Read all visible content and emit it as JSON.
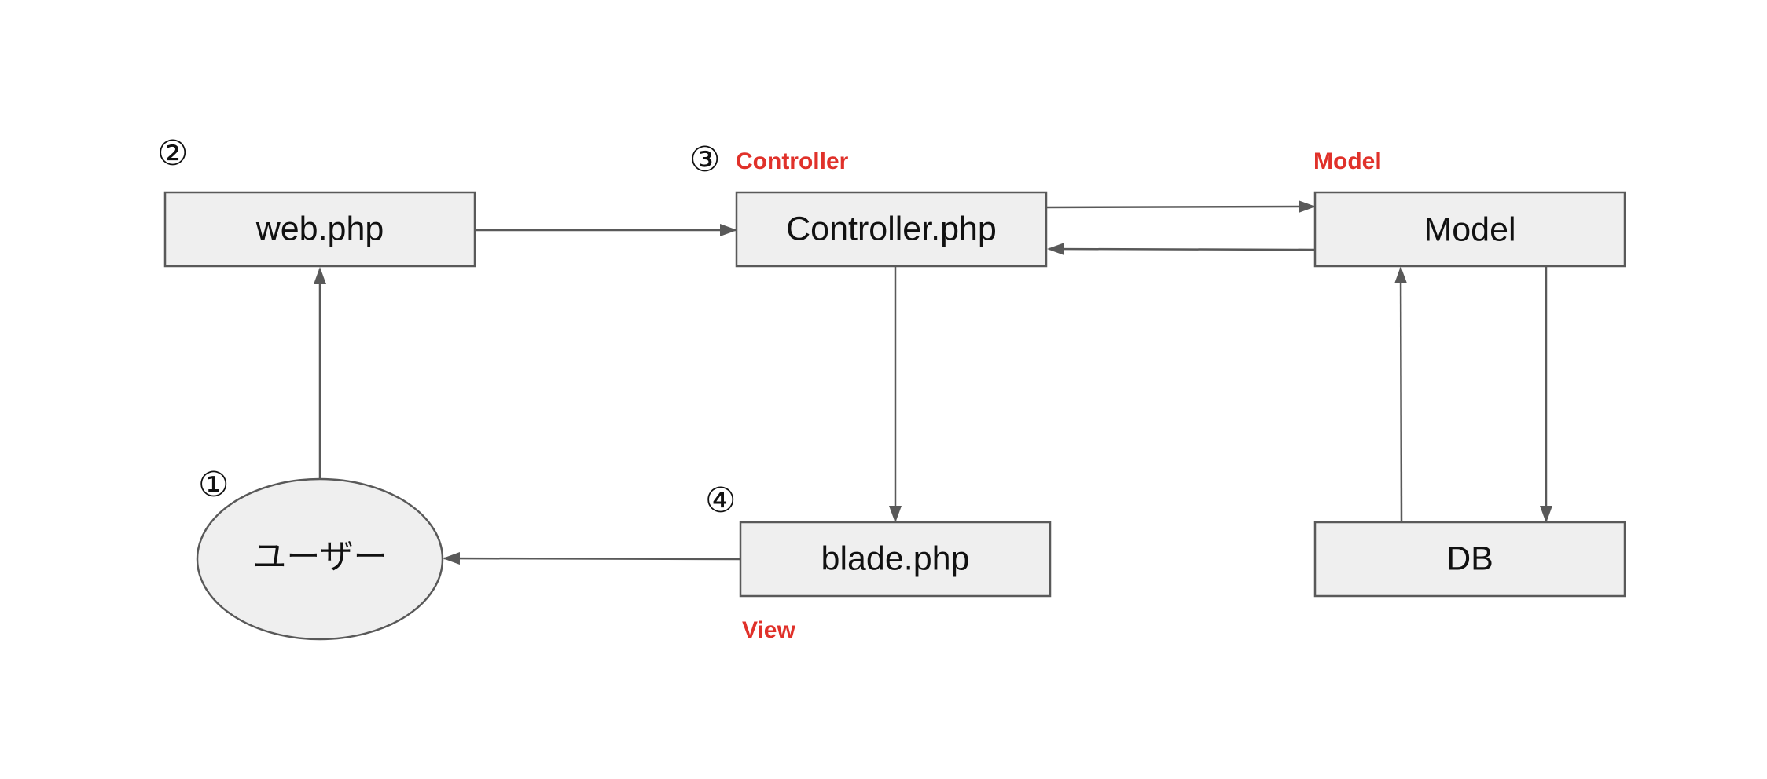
{
  "nodes": {
    "user": {
      "label": "ユーザー"
    },
    "web": {
      "label": "web.php"
    },
    "controller": {
      "label": "Controller.php"
    },
    "model": {
      "label": "Model"
    },
    "blade": {
      "label": "blade.php"
    },
    "db": {
      "label": "DB"
    }
  },
  "steps": {
    "user": "①",
    "web": "②",
    "controller": "③",
    "blade": "④"
  },
  "layer_labels": {
    "controller": "Controller",
    "model": "Model",
    "view": "View"
  },
  "colors": {
    "accent_red": "#e0312a",
    "box_fill": "#efefef",
    "box_stroke": "#595959",
    "arrow": "#595959"
  },
  "edges": [
    {
      "from": "user",
      "to": "web"
    },
    {
      "from": "web",
      "to": "controller"
    },
    {
      "from": "controller",
      "to": "model"
    },
    {
      "from": "model",
      "to": "controller"
    },
    {
      "from": "controller",
      "to": "blade"
    },
    {
      "from": "blade",
      "to": "user"
    },
    {
      "from": "model",
      "to": "db"
    },
    {
      "from": "db",
      "to": "model"
    }
  ]
}
